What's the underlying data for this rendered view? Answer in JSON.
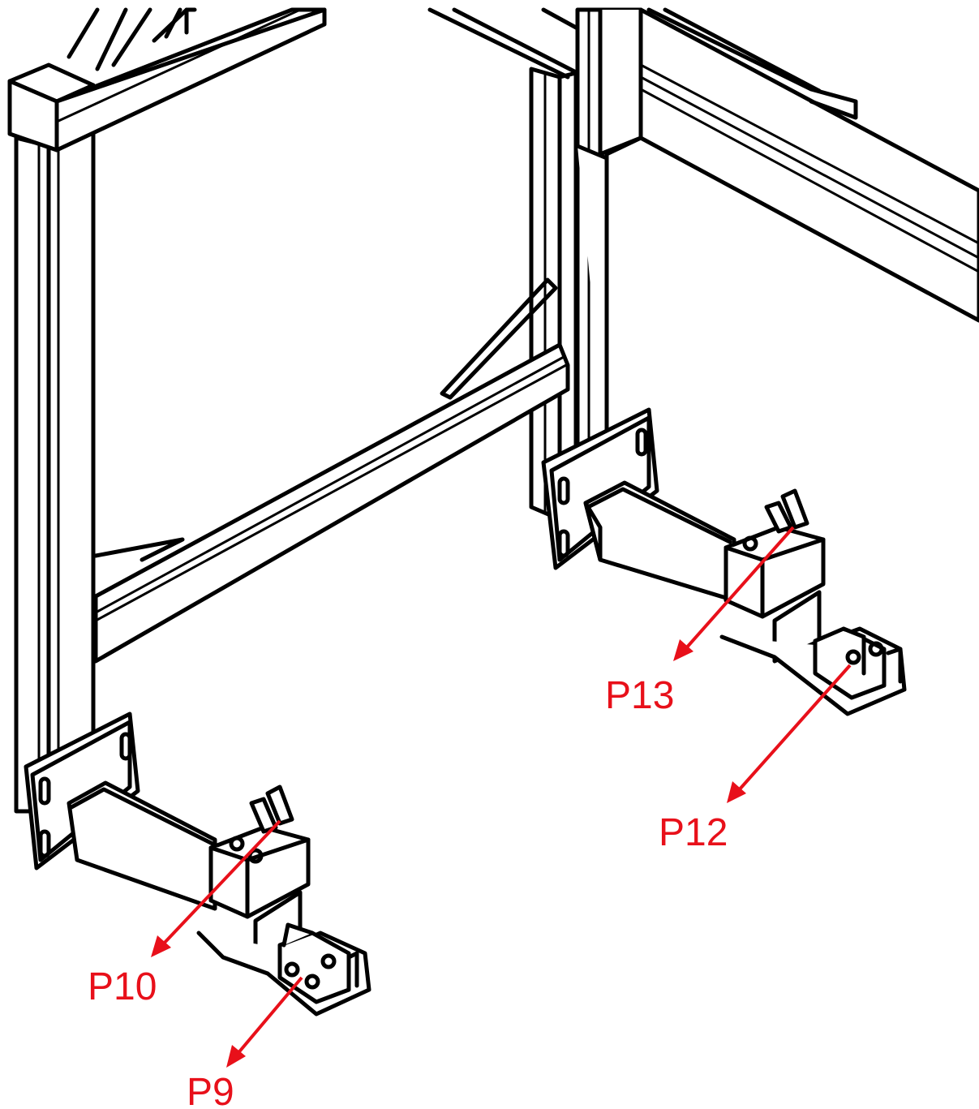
{
  "callouts": [
    {
      "id": "p13",
      "label": "P13"
    },
    {
      "id": "p12",
      "label": "P12"
    },
    {
      "id": "p10",
      "label": "P10"
    },
    {
      "id": "p9",
      "label": "P9"
    }
  ],
  "colors": {
    "line": "#000000",
    "callout": "#e8101a",
    "background": "#ffffff"
  }
}
